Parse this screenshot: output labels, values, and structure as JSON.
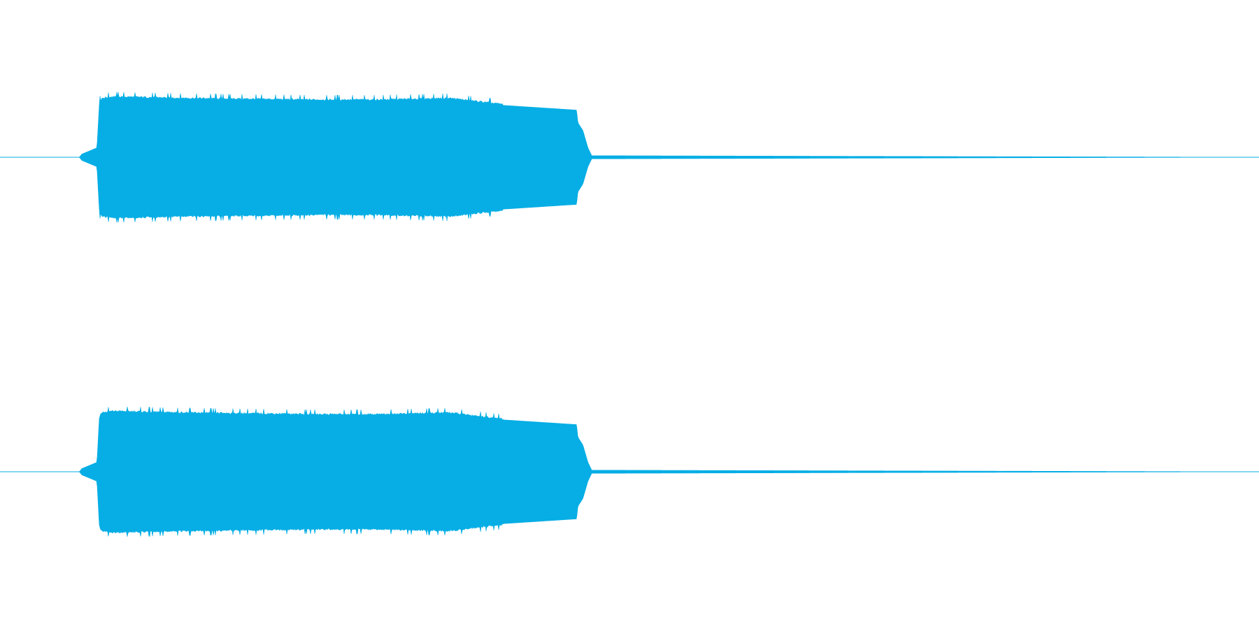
{
  "chart_data": {
    "type": "area",
    "title": "",
    "xlabel": "",
    "ylabel": "",
    "grid": false,
    "legend": "none",
    "color": "#06aee5",
    "time_range": [
      0,
      1
    ],
    "amplitude_range": [
      -1,
      1
    ],
    "series": [
      {
        "channel": 1,
        "envelope": [
          {
            "t": 0.0,
            "amp": 0.0
          },
          {
            "t": 0.063,
            "amp": 0.0
          },
          {
            "t": 0.065,
            "amp": 0.02
          },
          {
            "t": 0.077,
            "amp": 0.06
          },
          {
            "t": 0.079,
            "amp": 0.35
          },
          {
            "t": 0.081,
            "amp": 0.37
          },
          {
            "t": 0.09,
            "amp": 0.38
          },
          {
            "t": 0.15,
            "amp": 0.37
          },
          {
            "t": 0.25,
            "amp": 0.36
          },
          {
            "t": 0.3,
            "amp": 0.36
          },
          {
            "t": 0.357,
            "amp": 0.37
          },
          {
            "t": 0.4,
            "amp": 0.33
          },
          {
            "t": 0.458,
            "amp": 0.3
          },
          {
            "t": 0.459,
            "amp": 0.22
          },
          {
            "t": 0.463,
            "amp": 0.17
          },
          {
            "t": 0.467,
            "amp": 0.06
          },
          {
            "t": 0.47,
            "amp": 0.01
          },
          {
            "t": 1.0,
            "amp": 0.0
          }
        ]
      },
      {
        "channel": 2,
        "envelope": [
          {
            "t": 0.0,
            "amp": 0.0
          },
          {
            "t": 0.063,
            "amp": 0.0
          },
          {
            "t": 0.065,
            "amp": 0.02
          },
          {
            "t": 0.077,
            "amp": 0.06
          },
          {
            "t": 0.079,
            "amp": 0.35
          },
          {
            "t": 0.081,
            "amp": 0.37
          },
          {
            "t": 0.09,
            "amp": 0.38
          },
          {
            "t": 0.15,
            "amp": 0.37
          },
          {
            "t": 0.25,
            "amp": 0.36
          },
          {
            "t": 0.3,
            "amp": 0.36
          },
          {
            "t": 0.357,
            "amp": 0.37
          },
          {
            "t": 0.4,
            "amp": 0.33
          },
          {
            "t": 0.458,
            "amp": 0.3
          },
          {
            "t": 0.459,
            "amp": 0.22
          },
          {
            "t": 0.463,
            "amp": 0.17
          },
          {
            "t": 0.467,
            "amp": 0.06
          },
          {
            "t": 0.47,
            "amp": 0.01
          },
          {
            "t": 1.0,
            "amp": 0.0
          }
        ]
      }
    ]
  }
}
